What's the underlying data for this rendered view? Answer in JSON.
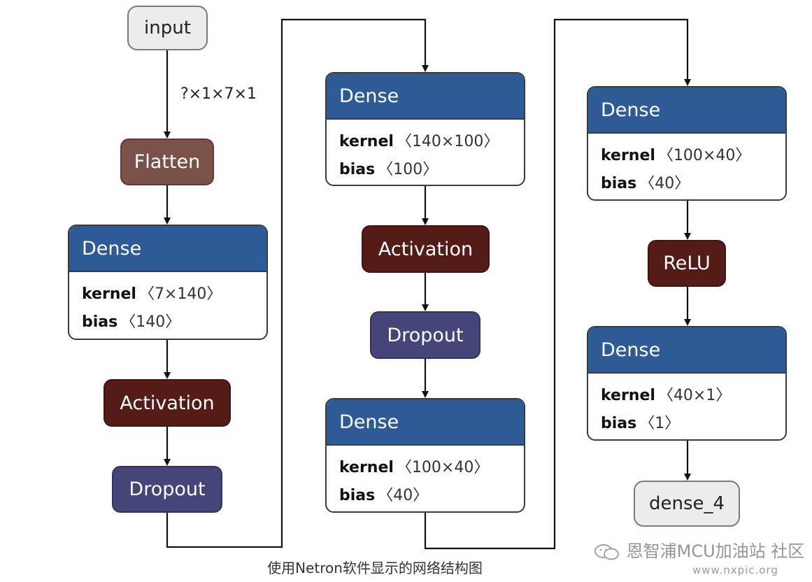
{
  "nodes": {
    "input": "input",
    "flatten": "Flatten",
    "dense1": {
      "title": "Dense",
      "kernel_label": "kernel",
      "kernel_value": "〈7×140〉",
      "bias_label": "bias",
      "bias_value": "〈140〉"
    },
    "activation1": "Activation",
    "dropout1": "Dropout",
    "dense2": {
      "title": "Dense",
      "kernel_label": "kernel",
      "kernel_value": "〈140×100〉",
      "bias_label": "bias",
      "bias_value": "〈100〉"
    },
    "activation2": "Activation",
    "dropout2": "Dropout",
    "dense3": {
      "title": "Dense",
      "kernel_label": "kernel",
      "kernel_value": "〈100×40〉",
      "bias_label": "bias",
      "bias_value": "〈40〉"
    },
    "dense4": {
      "title": "Dense",
      "kernel_label": "kernel",
      "kernel_value": "〈100×40〉",
      "bias_label": "bias",
      "bias_value": "〈40〉"
    },
    "relu": "ReLU",
    "dense5": {
      "title": "Dense",
      "kernel_label": "kernel",
      "kernel_value": "〈40×1〉",
      "bias_label": "bias",
      "bias_value": "〈1〉"
    },
    "output": "dense_4"
  },
  "edge_label_input": "?×1×7×1",
  "caption": "使用Netron软件显示的网络结构图",
  "watermark_text": "恩智浦MCU加油站",
  "watermark_brand": "社区",
  "watermark_url": "www.nxpic.org",
  "colors": {
    "dense_header": "#2e5b96",
    "flatten": "#7a524a",
    "activation": "#551b17",
    "dropout": "#45457a",
    "relu": "#551b17",
    "io_fill": "#ececec"
  }
}
